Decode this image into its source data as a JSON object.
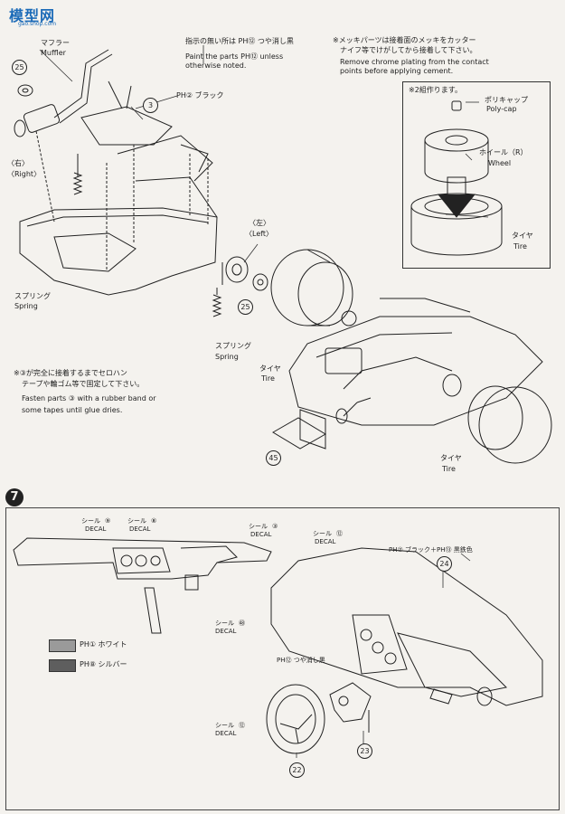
{
  "logo": {
    "chars": "模型网",
    "url": "gao.shop.com"
  },
  "top_right": {
    "paint_note_jp": "指示の無い所は PH⑫ つや消し黒",
    "paint_note_en_1": "Paint the parts PH⑫ unless",
    "paint_note_en_2": "otherwise noted.",
    "chrome_note_jp_1": "※メッキパーツは接着面のメッキをカッター",
    "chrome_note_jp_2": "ナイフ等でけがしてから接着して下さい。",
    "chrome_note_en_1": "Remove chrome plating from the contact",
    "chrome_note_en_2": "points before applying cement."
  },
  "wheel_box": {
    "make2_jp": "※2組作ります。",
    "polycap_jp": "ポリキャップ",
    "polycap_en": "Poly-cap",
    "wheel_jp": "ホイール（R）",
    "wheel_en": "Wheel",
    "tire_jp": "タイヤ",
    "tire_en": "Tire"
  },
  "labels": {
    "muffler_jp": "マフラー",
    "muffler_en": "Muffler",
    "right_jp": "〈右〉",
    "right_en": "〈Right〉",
    "black_ph2": "PH② ブラック",
    "left_jp": "〈左〉",
    "left_en": "〈Left〉",
    "spring1_jp": "スプリング",
    "spring1_en": "Spring",
    "spring2_jp": "スプリング",
    "spring2_en": "Spring",
    "tire1_jp": "タイヤ",
    "tire1_en": "Tire",
    "tire2_jp": "タイヤ",
    "tire2_en": "Tire",
    "fasten_jp_1": "※③が完全に接着するまでセロハン",
    "fasten_jp_2": "テープや輪ゴム等で固定して下さい。",
    "fasten_en_1": "Fasten parts ③ with a rubber band or",
    "fasten_en_2": "some tapes until glue dries."
  },
  "part_numbers": {
    "p25a": "25",
    "p3a": "3",
    "p25b": "25",
    "p45": "45",
    "p24": "24",
    "p23": "23",
    "p22": "22"
  },
  "step7": {
    "badge": "7",
    "decal_jp": "シール",
    "decal_en": "DECAL",
    "decal9": "⑨",
    "decal8": "⑧",
    "decal3": "③",
    "decal12a": "⑫",
    "decal48": "㊽",
    "decal12b": "⑫",
    "paint_dash": "PH② ブラック＋PH⑬ 黒鉄色",
    "paint_wheel": "PH⑫ つや消し黒",
    "legend_white": "PH① ホワイト",
    "legend_silver": "PH⑧ シルバー",
    "colors": {
      "white_swatch": "#9a9a9a",
      "silver_swatch": "#5e5e5e"
    }
  }
}
